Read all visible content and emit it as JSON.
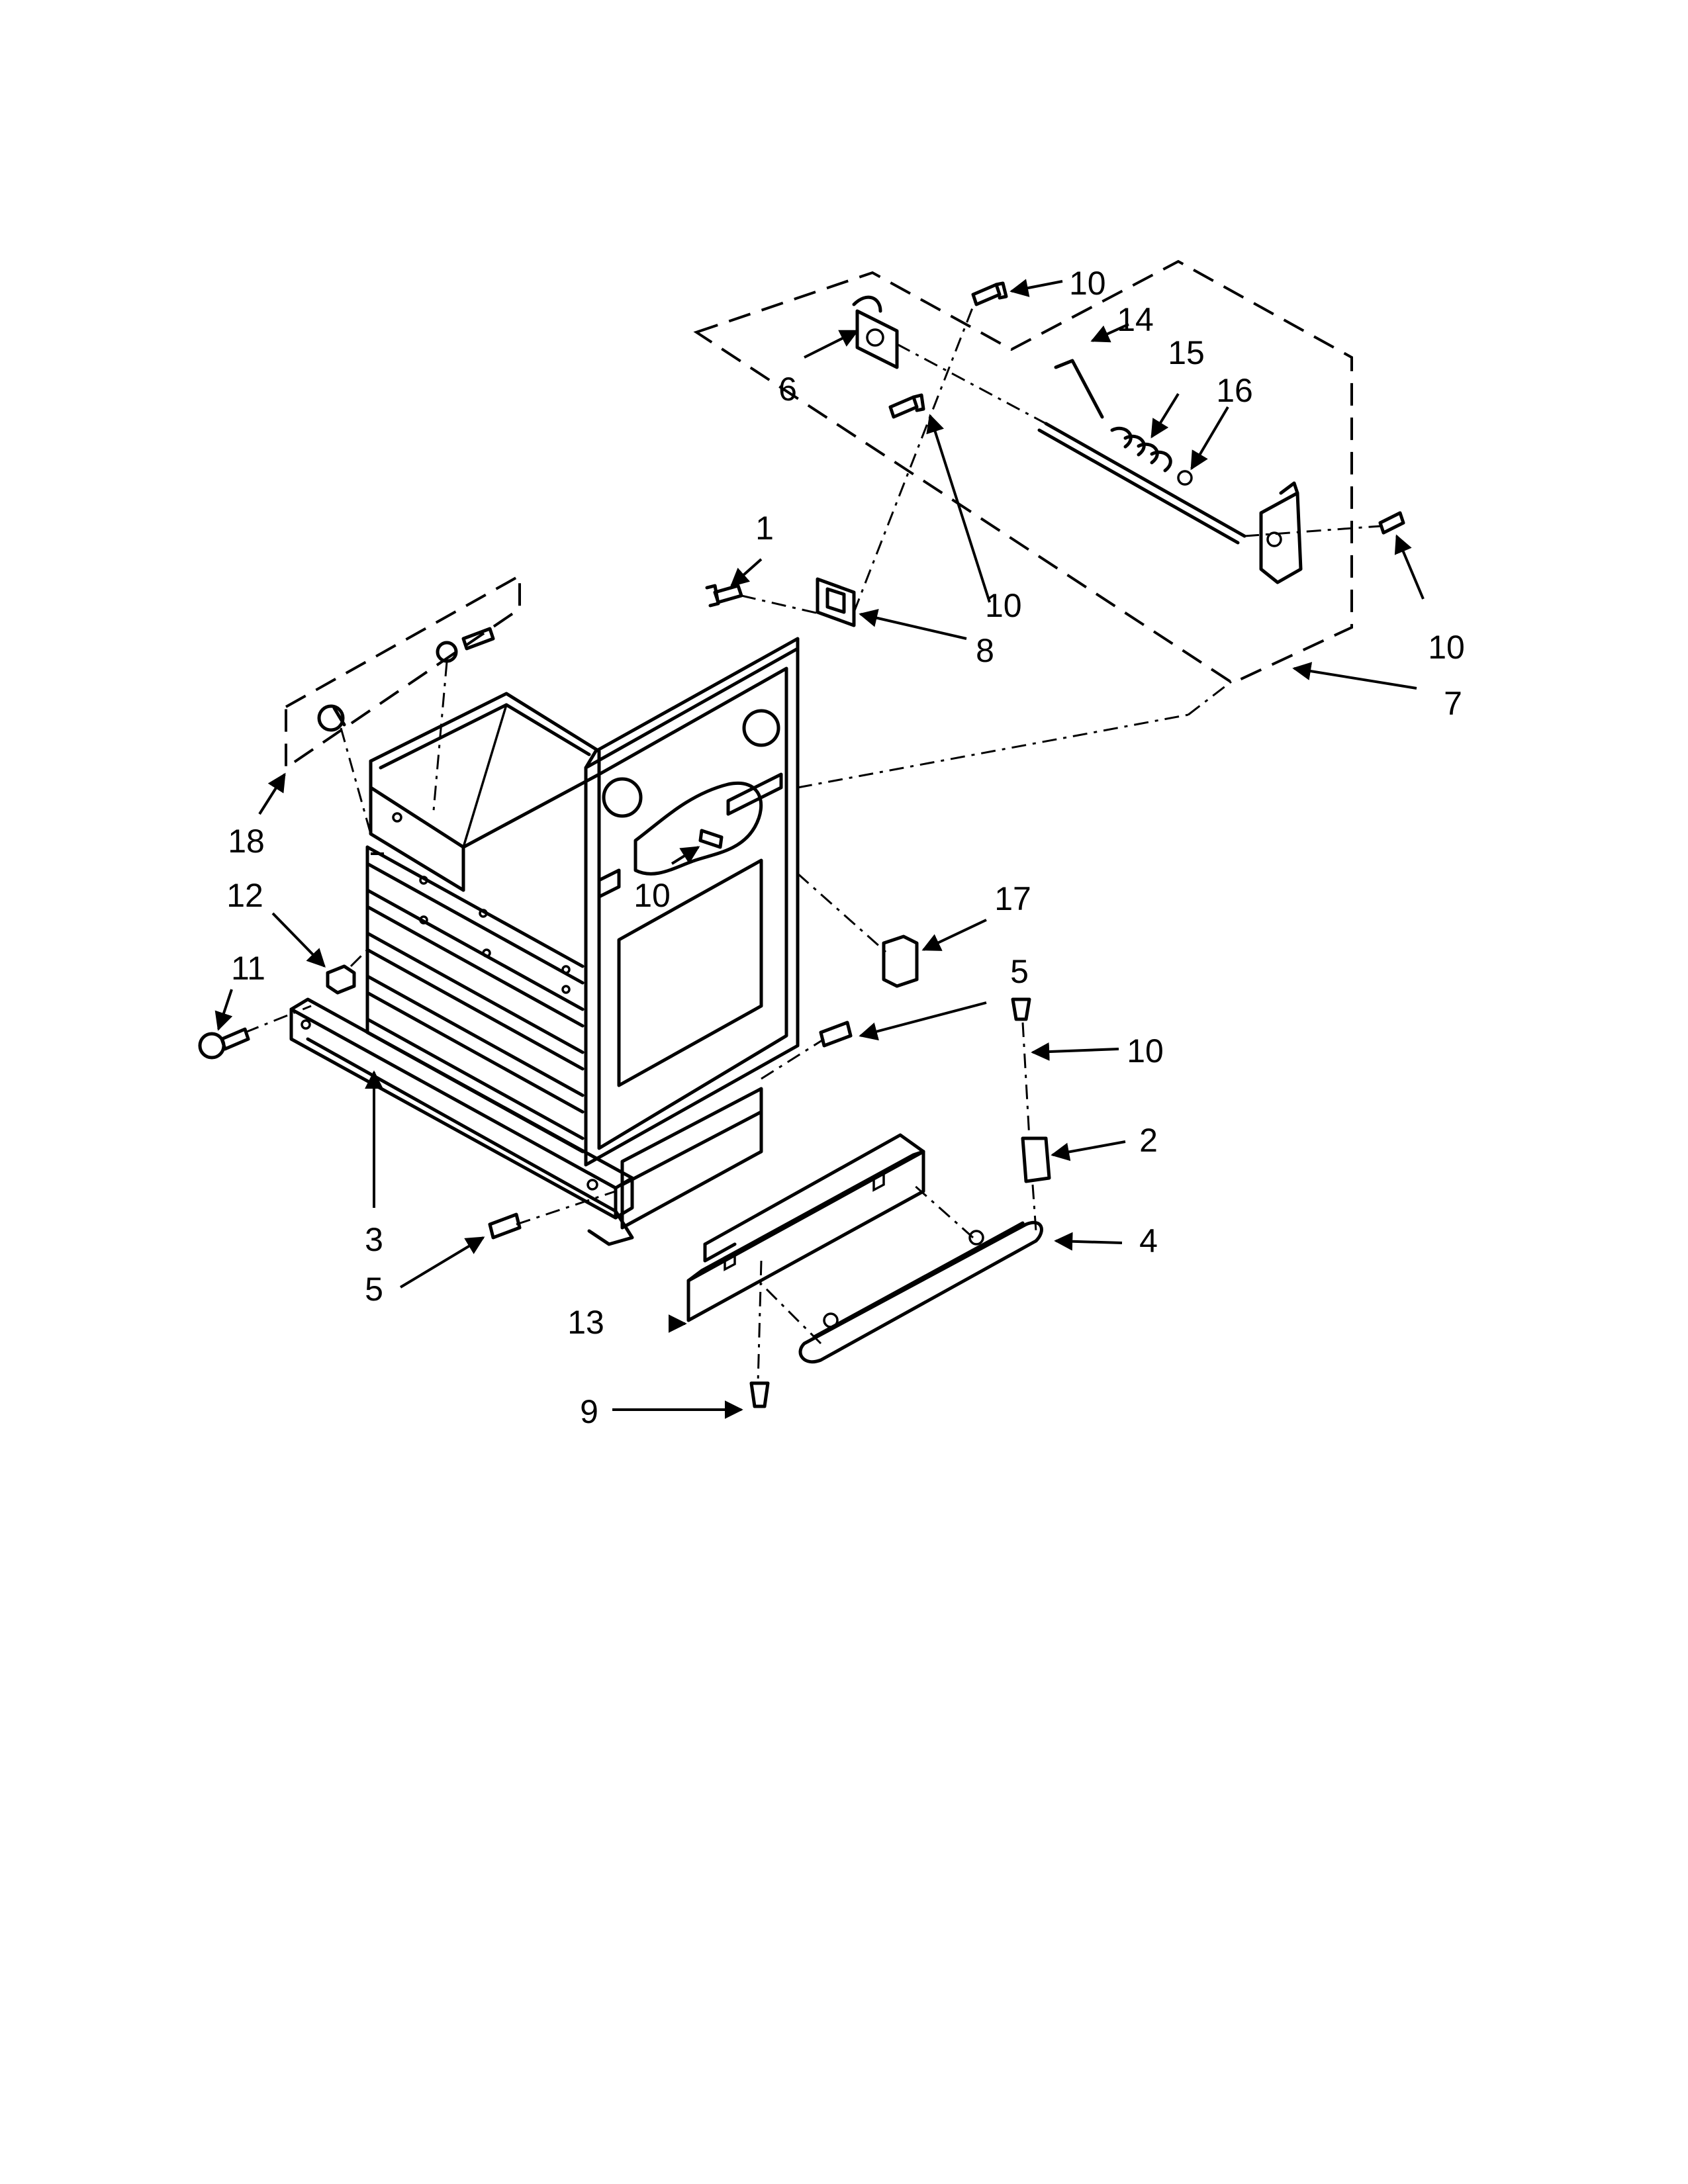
{
  "callouts": {
    "c1": "1",
    "c2": "2",
    "c3": "3",
    "c4": "4",
    "c5a": "5",
    "c5b": "5",
    "c6": "6",
    "c7": "7",
    "c8": "8",
    "c9": "9",
    "c10a": "10",
    "c10b": "10",
    "c10c": "10",
    "c10d": "10",
    "c10e": "10",
    "c11": "11",
    "c12": "12",
    "c13": "13",
    "c14": "14",
    "c15": "15",
    "c16": "16",
    "c17": "17",
    "c18": "18"
  }
}
